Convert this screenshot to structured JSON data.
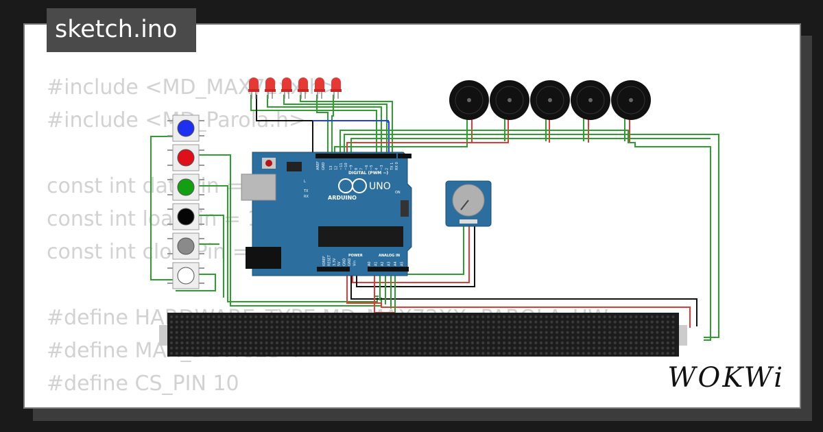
{
  "file_tab": {
    "label": "sketch.ino"
  },
  "code_lines": [
    "#include <MD_MAX72xx.h>",
    "#include <MD_Parola.h>",
    "",
    "const int dataPin = 12;",
    "const int loadPin = 11;",
    "const int clockPin = 13;",
    "",
    "#define HARDWARE_TYPE MD_MAX72XX::PAROLA_HW",
    "#define MAX_DEVICES 4",
    "#define CS_PIN 10"
  ],
  "brand": {
    "label": "WOKWi"
  },
  "arduino": {
    "logo_text": "ARDUINO",
    "model": "UNO",
    "digital_label": "DIGITAL (PWM ~)",
    "power_label": "POWER",
    "analog_label": "ANALOG IN",
    "aref": "AREF",
    "gnd": "GND",
    "l_label": "L",
    "tx_label": "TX",
    "rx_label": "RX",
    "on_label": "ON",
    "digital_pins": [
      "13",
      "12",
      "~11",
      "~10",
      "~9",
      "8",
      "7",
      "~6",
      "~5",
      "4",
      "~3",
      "2",
      "TX 1",
      "RX 0"
    ],
    "power_pins": [
      "IOREF",
      "RESET",
      "3.3V",
      "5V",
      "GND",
      "GND",
      "Vin"
    ],
    "analog_pins": [
      "A0",
      "A1",
      "A2",
      "A3",
      "A4",
      "A5"
    ]
  },
  "colors": {
    "board": "#2c6e9e",
    "led": "#e53935",
    "wire_green": "#2e9e2e",
    "wire_red": "#e53935",
    "wire_black": "#111111",
    "wire_blue": "#1e3cff",
    "matrix": "#1c1c1c",
    "buzzer": "#111111"
  },
  "buttons": [
    {
      "name": "blue-pushbutton",
      "color": "#1f2ff0"
    },
    {
      "name": "red-pushbutton",
      "color": "#e0101a"
    },
    {
      "name": "green-pushbutton",
      "color": "#12a012"
    },
    {
      "name": "black-pushbutton",
      "color": "#050505"
    },
    {
      "name": "gray-pushbutton",
      "color": "#8a8a8a"
    },
    {
      "name": "white-pushbutton",
      "color": "#ffffff"
    }
  ],
  "led_count": 6,
  "buzzer_count": 5
}
